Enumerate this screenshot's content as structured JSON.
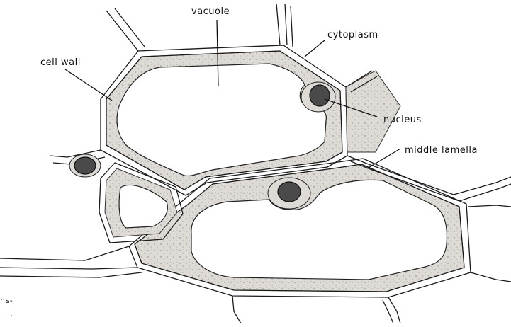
{
  "labels": {
    "vacuole": "vacuole",
    "cytoplasm": "cytoplasm",
    "cell_wall": "cell wall",
    "nucleus": "nucleus",
    "middle_lamella": "middle lamella",
    "corner_fragment_1": "ns-",
    "corner_fragment_2": "."
  },
  "colors": {
    "background": "#ffffff",
    "cytoplasm_fill": "#dedad6",
    "ink": "#1a1a1a"
  }
}
